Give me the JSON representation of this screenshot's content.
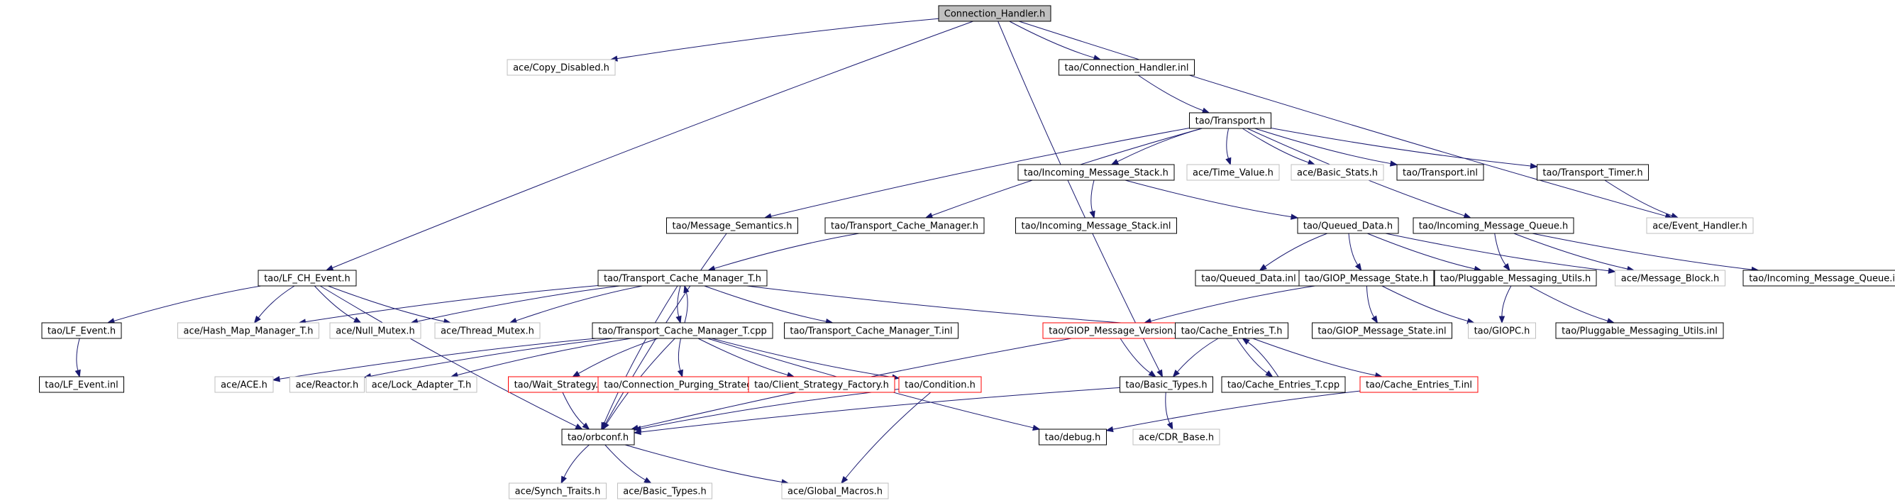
{
  "diagram": {
    "type": "include-dependency-graph",
    "colors": {
      "edge": "#191970",
      "root_fill": "#bfbfbf",
      "node_border_normal": "#000000",
      "node_border_external": "#bfbfbf",
      "node_border_truncated": "#ff0000",
      "label": "#000000"
    },
    "nodes": [
      {
        "id": "root",
        "label": "Connection_Handler.h",
        "style": "root"
      },
      {
        "id": "copy_disabled",
        "label": "ace/Copy_Disabled.h",
        "style": "external"
      },
      {
        "id": "ch_inl",
        "label": "tao/Connection_Handler.inl",
        "style": "normal"
      },
      {
        "id": "transport_h",
        "label": "tao/Transport.h",
        "style": "normal"
      },
      {
        "id": "ims_h",
        "label": "tao/Incoming_Message_Stack.h",
        "style": "normal"
      },
      {
        "id": "time_value",
        "label": "ace/Time_Value.h",
        "style": "external"
      },
      {
        "id": "basic_stats",
        "label": "ace/Basic_Stats.h",
        "style": "external"
      },
      {
        "id": "transport_inl",
        "label": "tao/Transport.inl",
        "style": "normal"
      },
      {
        "id": "transport_timer",
        "label": "tao/Transport_Timer.h",
        "style": "normal"
      },
      {
        "id": "event_handler",
        "label": "ace/Event_Handler.h",
        "style": "external"
      },
      {
        "id": "msg_sem",
        "label": "tao/Message_Semantics.h",
        "style": "normal"
      },
      {
        "id": "tcm_h",
        "label": "tao/Transport_Cache_Manager.h",
        "style": "normal"
      },
      {
        "id": "ims_inl",
        "label": "tao/Incoming_Message_Stack.inl",
        "style": "normal"
      },
      {
        "id": "queued_h",
        "label": "tao/Queued_Data.h",
        "style": "normal"
      },
      {
        "id": "imq_h",
        "label": "tao/Incoming_Message_Queue.h",
        "style": "normal"
      },
      {
        "id": "lf_ch",
        "label": "tao/LF_CH_Event.h",
        "style": "normal"
      },
      {
        "id": "tcmt_h",
        "label": "tao/Transport_Cache_Manager_T.h",
        "style": "normal"
      },
      {
        "id": "queued_inl",
        "label": "tao/Queued_Data.inl",
        "style": "normal"
      },
      {
        "id": "giop_state_h",
        "label": "tao/GIOP_Message_State.h",
        "style": "normal"
      },
      {
        "id": "pmu_h",
        "label": "tao/Pluggable_Messaging_Utils.h",
        "style": "normal"
      },
      {
        "id": "msg_block",
        "label": "ace/Message_Block.h",
        "style": "external"
      },
      {
        "id": "imq_inl",
        "label": "tao/Incoming_Message_Queue.inl",
        "style": "normal"
      },
      {
        "id": "lf_event_h",
        "label": "tao/LF_Event.h",
        "style": "normal"
      },
      {
        "id": "hash_map",
        "label": "ace/Hash_Map_Manager_T.h",
        "style": "external"
      },
      {
        "id": "null_mutex",
        "label": "ace/Null_Mutex.h",
        "style": "external"
      },
      {
        "id": "thread_mutex",
        "label": "ace/Thread_Mutex.h",
        "style": "external"
      },
      {
        "id": "tcmt_cpp",
        "label": "tao/Transport_Cache_Manager_T.cpp",
        "style": "normal"
      },
      {
        "id": "tcmt_inl",
        "label": "tao/Transport_Cache_Manager_T.inl",
        "style": "normal"
      },
      {
        "id": "giop_version",
        "label": "tao/GIOP_Message_Version.h",
        "style": "truncated"
      },
      {
        "id": "cache_entries_h",
        "label": "tao/Cache_Entries_T.h",
        "style": "normal"
      },
      {
        "id": "giop_state_inl",
        "label": "tao/GIOP_Message_State.inl",
        "style": "normal"
      },
      {
        "id": "giopc",
        "label": "tao/GIOPC.h",
        "style": "external"
      },
      {
        "id": "pmu_inl",
        "label": "tao/Pluggable_Messaging_Utils.inl",
        "style": "normal"
      },
      {
        "id": "lf_event_inl",
        "label": "tao/LF_Event.inl",
        "style": "normal"
      },
      {
        "id": "ace_h",
        "label": "ace/ACE.h",
        "style": "external"
      },
      {
        "id": "reactor",
        "label": "ace/Reactor.h",
        "style": "external"
      },
      {
        "id": "lock_adapter",
        "label": "ace/Lock_Adapter_T.h",
        "style": "external"
      },
      {
        "id": "wait_strategy",
        "label": "tao/Wait_Strategy.h",
        "style": "truncated"
      },
      {
        "id": "conn_purging",
        "label": "tao/Connection_Purging_Strategy.h",
        "style": "truncated"
      },
      {
        "id": "client_strat",
        "label": "tao/Client_Strategy_Factory.h",
        "style": "truncated"
      },
      {
        "id": "condition",
        "label": "tao/Condition.h",
        "style": "truncated"
      },
      {
        "id": "basic_types_tao",
        "label": "tao/Basic_Types.h",
        "style": "normal"
      },
      {
        "id": "cache_entries_cpp",
        "label": "tao/Cache_Entries_T.cpp",
        "style": "normal"
      },
      {
        "id": "cache_entries_inl",
        "label": "tao/Cache_Entries_T.inl",
        "style": "truncated"
      },
      {
        "id": "orbconf",
        "label": "tao/orbconf.h",
        "style": "normal"
      },
      {
        "id": "debug",
        "label": "tao/debug.h",
        "style": "normal"
      },
      {
        "id": "cdr_base",
        "label": "ace/CDR_Base.h",
        "style": "external"
      },
      {
        "id": "synch_traits",
        "label": "ace/Synch_Traits.h",
        "style": "external"
      },
      {
        "id": "basic_types_ace",
        "label": "ace/Basic_Types.h",
        "style": "external"
      },
      {
        "id": "global_macros",
        "label": "ace/Global_Macros.h",
        "style": "external"
      }
    ],
    "edges": [
      [
        "root",
        "copy_disabled"
      ],
      [
        "root",
        "ch_inl"
      ],
      [
        "root",
        "event_handler"
      ],
      [
        "root",
        "lf_ch"
      ],
      [
        "root",
        "basic_types_tao"
      ],
      [
        "ch_inl",
        "transport_h"
      ],
      [
        "transport_h",
        "ims_h"
      ],
      [
        "transport_h",
        "time_value"
      ],
      [
        "transport_h",
        "basic_stats"
      ],
      [
        "transport_h",
        "transport_inl"
      ],
      [
        "transport_h",
        "transport_timer"
      ],
      [
        "transport_h",
        "msg_sem"
      ],
      [
        "transport_h",
        "tcm_h"
      ],
      [
        "transport_h",
        "imq_h"
      ],
      [
        "transport_timer",
        "event_handler"
      ],
      [
        "ims_h",
        "ims_inl"
      ],
      [
        "ims_h",
        "queued_h"
      ],
      [
        "queued_h",
        "queued_inl"
      ],
      [
        "queued_h",
        "giop_state_h"
      ],
      [
        "queued_h",
        "pmu_h"
      ],
      [
        "queued_h",
        "msg_block"
      ],
      [
        "imq_h",
        "pmu_h"
      ],
      [
        "imq_h",
        "msg_block"
      ],
      [
        "imq_h",
        "imq_inl"
      ],
      [
        "msg_sem",
        "orbconf"
      ],
      [
        "tcm_h",
        "tcmt_h"
      ],
      [
        "tcmt_h",
        "hash_map"
      ],
      [
        "tcmt_h",
        "null_mutex"
      ],
      [
        "tcmt_h",
        "thread_mutex"
      ],
      [
        "tcmt_h",
        "tcmt_cpp"
      ],
      [
        "tcmt_h",
        "tcmt_inl"
      ],
      [
        "tcmt_h",
        "cache_entries_h"
      ],
      [
        "tcmt_h",
        "orbconf"
      ],
      [
        "tcmt_cpp",
        "tcmt_h"
      ],
      [
        "tcmt_cpp",
        "ace_h"
      ],
      [
        "tcmt_cpp",
        "reactor"
      ],
      [
        "tcmt_cpp",
        "lock_adapter"
      ],
      [
        "tcmt_cpp",
        "wait_strategy"
      ],
      [
        "tcmt_cpp",
        "conn_purging"
      ],
      [
        "tcmt_cpp",
        "client_strat"
      ],
      [
        "tcmt_cpp",
        "condition"
      ],
      [
        "tcmt_cpp",
        "debug"
      ],
      [
        "tcmt_cpp",
        "orbconf"
      ],
      [
        "lf_ch",
        "lf_event_h"
      ],
      [
        "lf_ch",
        "hash_map"
      ],
      [
        "lf_ch",
        "null_mutex"
      ],
      [
        "lf_ch",
        "thread_mutex"
      ],
      [
        "lf_ch",
        "orbconf"
      ],
      [
        "lf_event_h",
        "lf_event_inl"
      ],
      [
        "giop_state_h",
        "giop_version"
      ],
      [
        "giop_state_h",
        "giop_state_inl"
      ],
      [
        "giop_state_h",
        "giopc"
      ],
      [
        "pmu_h",
        "giopc"
      ],
      [
        "pmu_h",
        "pmu_inl"
      ],
      [
        "giop_version",
        "basic_types_tao"
      ],
      [
        "giop_version",
        "orbconf"
      ],
      [
        "cache_entries_h",
        "basic_types_tao"
      ],
      [
        "cache_entries_h",
        "cache_entries_cpp"
      ],
      [
        "cache_entries_h",
        "cache_entries_inl"
      ],
      [
        "cache_entries_cpp",
        "cache_entries_h"
      ],
      [
        "cache_entries_inl",
        "debug"
      ],
      [
        "wait_strategy",
        "orbconf"
      ],
      [
        "condition",
        "orbconf"
      ],
      [
        "condition",
        "global_macros"
      ],
      [
        "basic_types_tao",
        "orbconf"
      ],
      [
        "basic_types_tao",
        "cdr_base"
      ],
      [
        "orbconf",
        "synch_traits"
      ],
      [
        "orbconf",
        "basic_types_ace"
      ],
      [
        "orbconf",
        "global_macros"
      ]
    ]
  }
}
